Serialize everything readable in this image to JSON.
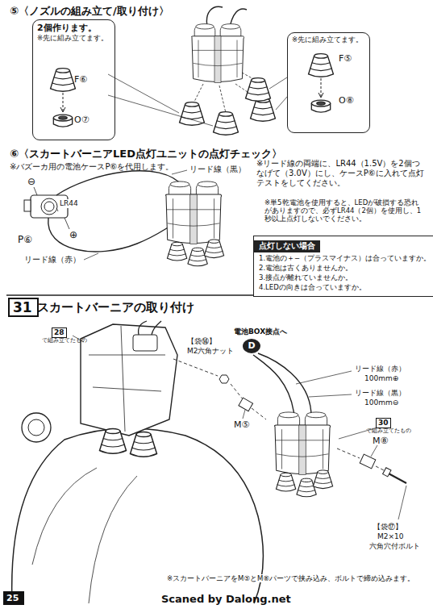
{
  "diagram": {
    "nodes": [
      {
        "text": [
          "2個作ります。",
          "※先に組み立てます。"
        ]
      },
      {
        "text": [
          "※先に組み立てます。"
        ]
      },
      {
        "text": [
          "点灯しない場合",
          "1.電池の＋−（プラスマイナス）は合っていますか。",
          "2.電池は古くありませんか。",
          "3.接点が離れていませんか。",
          "4.LEDの向きは合っていますか。"
        ]
      },
      {
        "text": [
          "31"
        ]
      },
      {
        "text": [
          "28",
          "で組み立てたもの"
        ]
      },
      {
        "text": [
          "D"
        ]
      },
      {
        "text": [
          "30",
          "で組み立てたもの"
        ]
      },
      {
        "text": [
          "25"
        ]
      }
    ],
    "labels": [
      "⑤〈ノズルの組み立て/取り付け〉",
      "F⑥",
      "O⑦",
      "F⑤",
      "O⑧",
      "⑥〈スカートバーニアLED点灯ユニットの点灯チェック〉",
      "※バズーカ用の電池ケースP⑥を代用します。",
      "リード線（黒）",
      "⊖",
      "LR44",
      "P⑥",
      "⊕",
      "リード線（赤）",
      "※リード線の両端に、LR44（1.5V）を2個つなげて（3.0V）にし、ケースP⑥に入れて点灯テストをしてください。",
      "※単5乾電池を使用すると、LEDが破損する恐れがありますので、必ずLR44（2個）を使用し、1秒以上点灯しないでください。",
      "スカートバーニアの取り付け",
      "【袋⑭】",
      "M2六角ナット",
      "電池BOX接点へ",
      "リード線（赤）",
      "100mm⊕",
      "リード線（黒）",
      "100mm⊖",
      "M⑤",
      "M⑧",
      "【袋⑰】",
      "M2×10",
      "六角穴付ボルト",
      "※スカートバーニアをM⑤とM⑧パーツで挟み込み、ボルトで締め込みます。",
      "Scaned by Dalong.net"
    ]
  }
}
